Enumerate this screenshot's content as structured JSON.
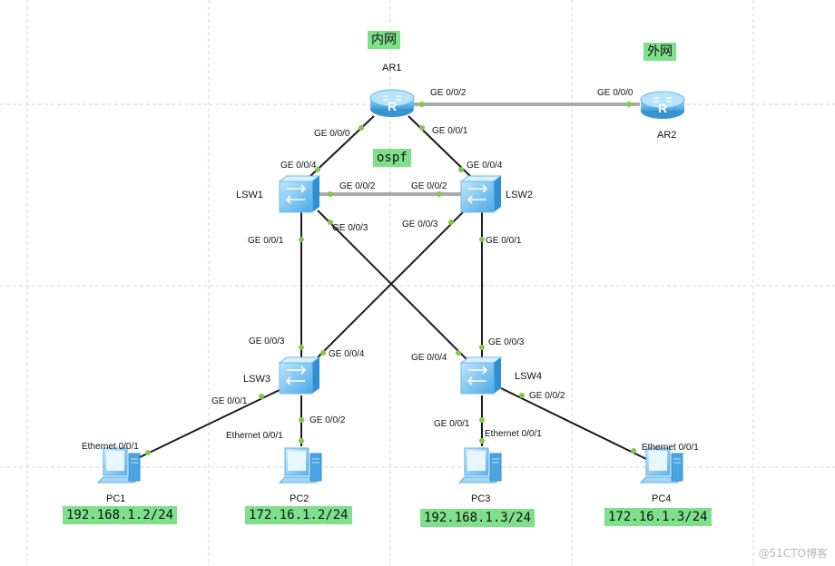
{
  "zones": {
    "inner": "内网",
    "outer": "外网",
    "protocol": "ospf"
  },
  "devices": {
    "ar1": "AR1",
    "ar2": "AR2",
    "lsw1": "LSW1",
    "lsw2": "LSW2",
    "lsw3": "LSW3",
    "lsw4": "LSW4",
    "pc1": "PC1",
    "pc2": "PC2",
    "pc3": "PC3",
    "pc4": "PC4"
  },
  "ports": {
    "ar1_ge002": "GE 0/0/2",
    "ar2_ge000": "GE 0/0/0",
    "ar1_ge000": "GE 0/0/0",
    "ar1_ge001": "GE 0/0/1",
    "lsw1_ge004": "GE 0/0/4",
    "lsw2_ge004": "GE 0/0/4",
    "lsw1_ge002": "GE 0/0/2",
    "lsw2_ge002": "GE 0/0/2",
    "lsw1_ge001": "GE 0/0/1",
    "lsw1_ge003": "GE 0/0/3",
    "lsw2_ge003": "GE 0/0/3",
    "lsw2_ge001": "GE 0/0/1",
    "lsw3_ge003": "GE 0/0/3",
    "lsw3_ge004": "GE 0/0/4",
    "lsw4_ge004": "GE 0/0/4",
    "lsw4_ge003": "GE 0/0/3",
    "lsw3_ge001": "GE 0/0/1",
    "lsw3_ge002": "GE 0/0/2",
    "lsw4_ge001": "GE 0/0/1",
    "lsw4_ge002": "GE 0/0/2",
    "pc1_eth": "Ethernet 0/0/1",
    "pc2_eth": "Ethernet 0/0/1",
    "pc3_eth": "Ethernet 0/0/1",
    "pc4_eth": "Ethernet 0/0/1"
  },
  "ips": {
    "pc1": "192.168.1.2/24",
    "pc2": "172.16.1.2/24",
    "pc3": "192.168.1.3/24",
    "pc4": "172.16.1.3/24"
  },
  "watermark": "@51CTO博客",
  "colors": {
    "tag": "#7ee08a",
    "port_dot": "#7dcb45",
    "device": "#5bb8ee"
  }
}
